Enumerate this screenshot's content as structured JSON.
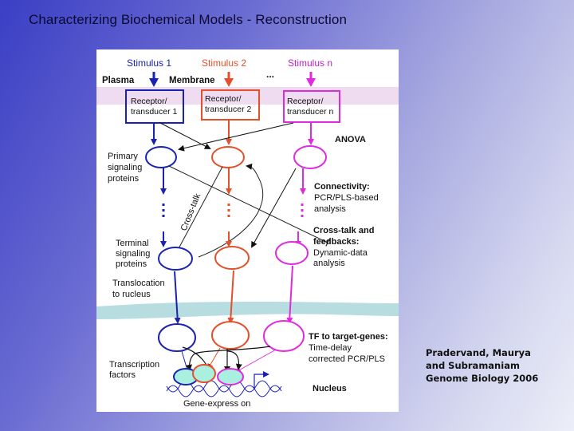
{
  "slide": {
    "title": "Characterizing Biochemical Models - Reconstruction"
  },
  "colors": {
    "pathway1": "#1a22b0",
    "pathway2": "#e4502a",
    "pathwayN": "#e02ae0",
    "membrane_band": "#f0dcf0",
    "nuclear_membrane": "#b8dde0",
    "tf_fill": "#aaf0e0",
    "link": "#222222"
  },
  "diagram": {
    "stimuli": [
      "Stimulus 1",
      "Stimulus 2",
      "Stimulus n"
    ],
    "ellipsis": "...",
    "plasma_label": "Plasma",
    "membrane_label": "Membrane",
    "receptors": [
      {
        "line1": "Receptor/",
        "line2": "transducer 1"
      },
      {
        "line1": "Receptor/",
        "line2": "transducer 2"
      },
      {
        "line1": "Receptor/",
        "line2": "transducer n"
      }
    ],
    "anova_label": "ANOVA",
    "primary_label": [
      "Primary",
      "signaling",
      "proteins"
    ],
    "crosstalk_label": "Cross-talk",
    "connectivity": {
      "heading": "Connectivity:",
      "lines": [
        "PCR/PLS-based",
        "analysis"
      ]
    },
    "feedbacks": {
      "heading_lines": [
        "Cross-talk and",
        "feedbacks:"
      ],
      "lines": [
        "Dynamic-data",
        "analysis"
      ]
    },
    "terminal_label": [
      "Terminal",
      "signaling",
      "proteins"
    ],
    "translocation_label": [
      "Translocation",
      "to rucleus"
    ],
    "tf_target": {
      "heading": "TF to target-genes:",
      "lines": [
        "Time-delay",
        "corrected PCR/PLS"
      ]
    },
    "transcription_label": [
      "Transcription",
      "factors"
    ],
    "nucleus_label": "Nucleus",
    "gene_expression_label": "Gene-express on"
  },
  "citation": {
    "lines": [
      "Pradervand, Maurya",
      "and Subramaniam",
      "Genome Biology 2006"
    ]
  }
}
